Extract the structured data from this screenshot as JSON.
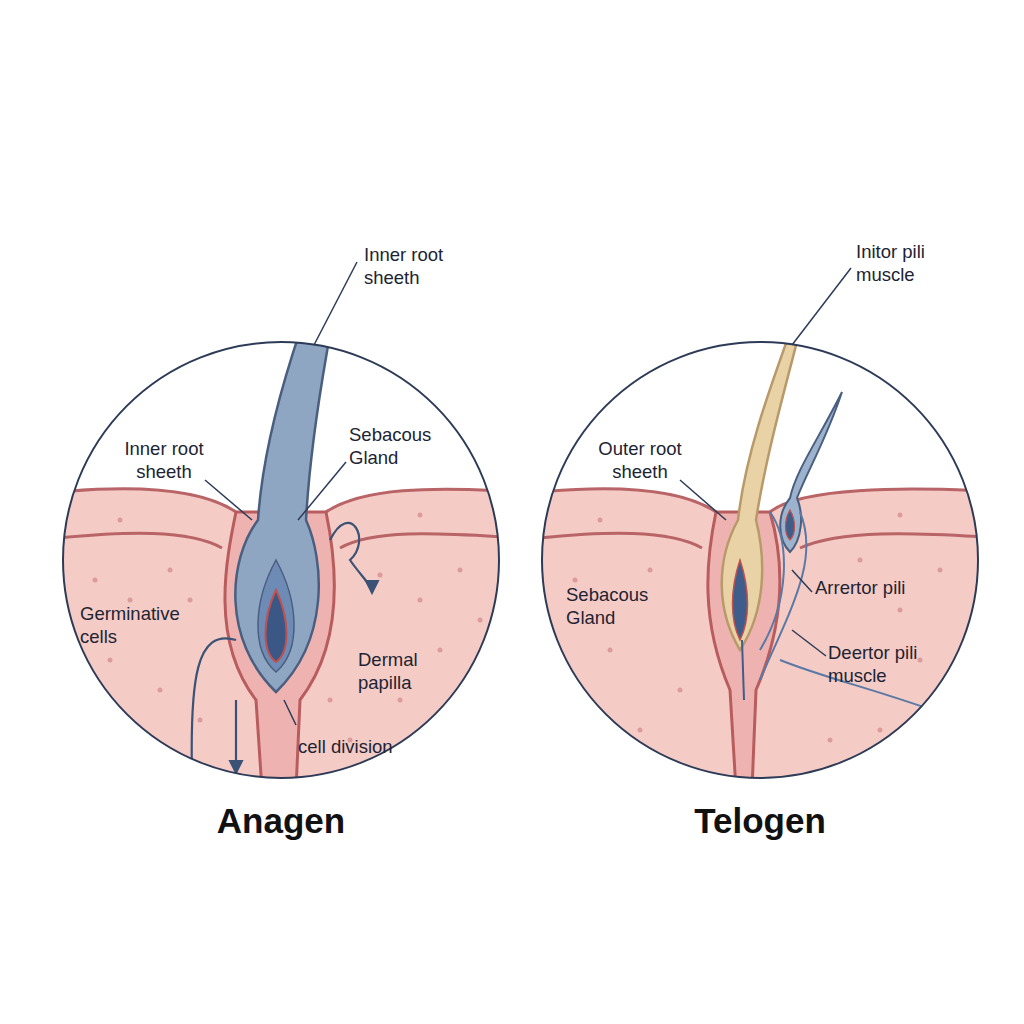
{
  "diagram": {
    "nodes": [
      {
        "text": [
          "Anagen"
        ]
      },
      {
        "text": [
          "Telogen"
        ]
      }
    ],
    "labels": [
      "Inner root sheeth",
      "Inner root sheeth",
      "Sebacous Gland",
      "Germinative cells",
      "Dermal papilla",
      "cell division",
      "Initor pili muscle",
      "Outer root sheeth",
      "Sebacous Gland",
      "Arrertor pili",
      "Deertor pili muscle"
    ]
  }
}
